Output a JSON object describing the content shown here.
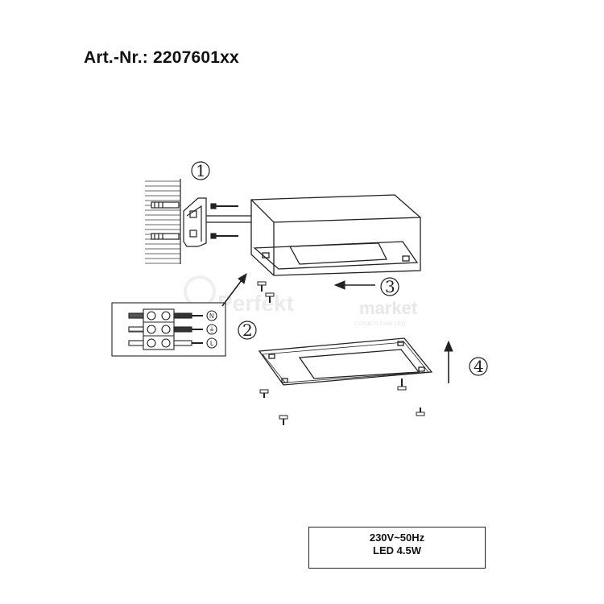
{
  "title": "Art.-Nr.: 2207601xx",
  "steps": [
    "1",
    "2",
    "3",
    "4"
  ],
  "terminals": [
    "N",
    "⏚",
    "L"
  ],
  "specs": [
    "230V~50Hz",
    "LED 4.5W"
  ],
  "watermark": {
    "brand": "Perfekt",
    "suffix": "market",
    "tagline": "OSWIETLENIE LED"
  },
  "colors": {
    "line": "#222222",
    "watermark": "#d9d9d9"
  }
}
